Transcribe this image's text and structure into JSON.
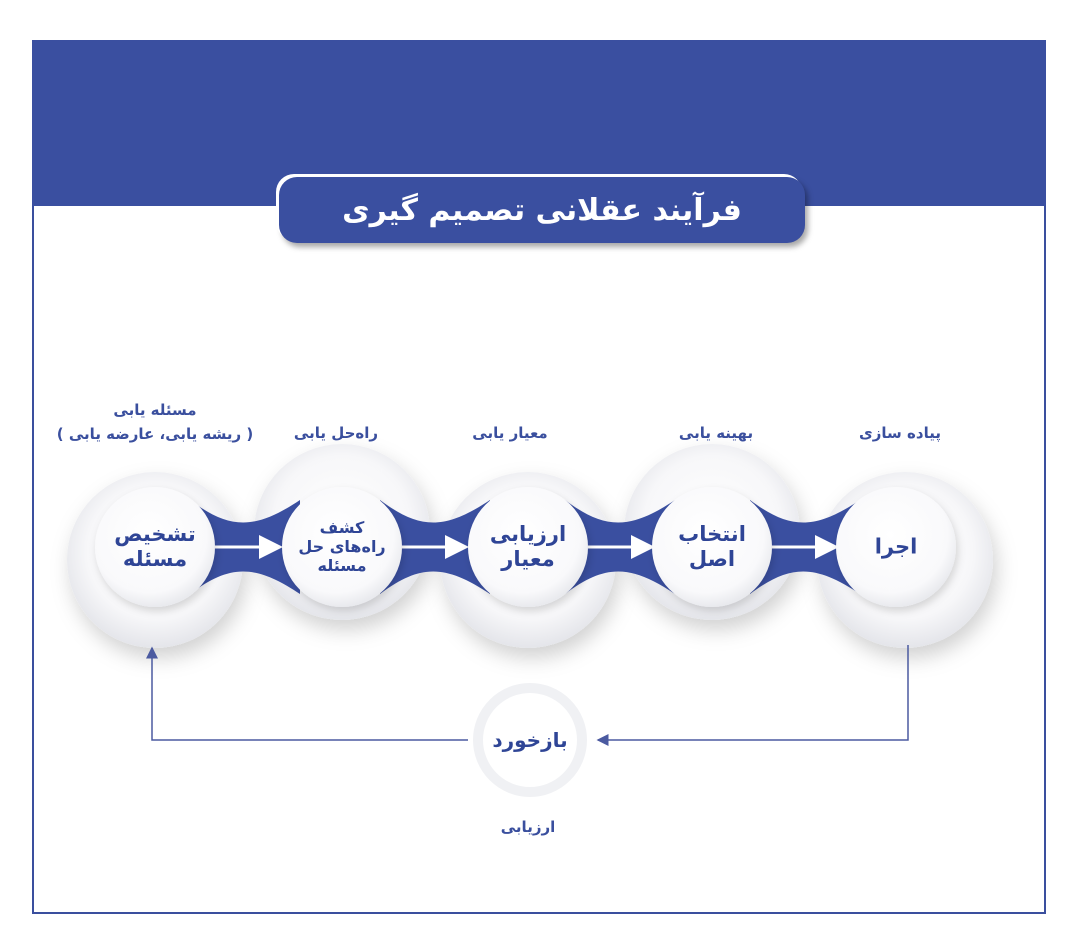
{
  "title": "فرآیند عقلانی تصمیم گیری",
  "colors": {
    "primary": "#3a4fa0",
    "text": "#2f4596",
    "background": "#ffffff",
    "connector": "#4b5aa0"
  },
  "steps": [
    {
      "label_line1": "مسئله یابی",
      "label_line2": "( ریشه یابی، عارضه یابی )",
      "node_lines": [
        "تشخیص",
        "مسئله"
      ]
    },
    {
      "label_line1": "راه‌حل یابی",
      "node_lines": [
        "کشف",
        "راه‌های حل",
        "مسئله"
      ]
    },
    {
      "label_line1": "معیار یابی",
      "node_lines": [
        "ارزیابی",
        "معیار"
      ]
    },
    {
      "label_line1": "بهینه یابی",
      "node_lines": [
        "انتخاب",
        "اصل"
      ]
    },
    {
      "label_line1": "پیاده سازی",
      "node_lines": [
        "اجرا"
      ]
    }
  ],
  "feedback": {
    "node_label": "بازخورد",
    "caption": "ارزیابی"
  }
}
